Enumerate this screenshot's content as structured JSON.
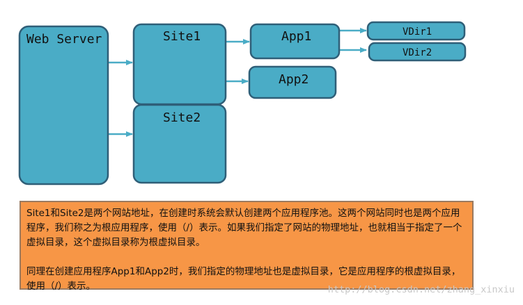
{
  "diagram": {
    "nodes": {
      "web_server": "Web Server",
      "site1": "Site1",
      "site2": "Site2",
      "app1": "App1",
      "app2": "App2",
      "vdir1": "VDir1",
      "vdir2": "VDir2"
    }
  },
  "note": {
    "paragraph_1": "Site1和Site2是两个网站地址，在创建时系统会默认创建两个应用程序池。这两个网站同时也是两个应用程序，我们称之为根应用程序，使用（/）表示。如果我们指定了网站的物理地址，也就相当于指定了一个虚拟目录，这个虚拟目录称为根虚拟目录。",
    "paragraph_2": "同理在创建应用程序App1和App2时，我们指定的物理地址也是虚拟目录，它是应用程序的根虚拟目录，使用（/）表示。"
  },
  "watermark": "http://blog.csdn.net/zhang_xinxiu",
  "colors": {
    "box_fill": "#4aacc6",
    "box_stroke": "#2f5f78",
    "arrow": "#4aacc6",
    "note_fill": "#f79646",
    "watermark": "#c8c8c8"
  }
}
